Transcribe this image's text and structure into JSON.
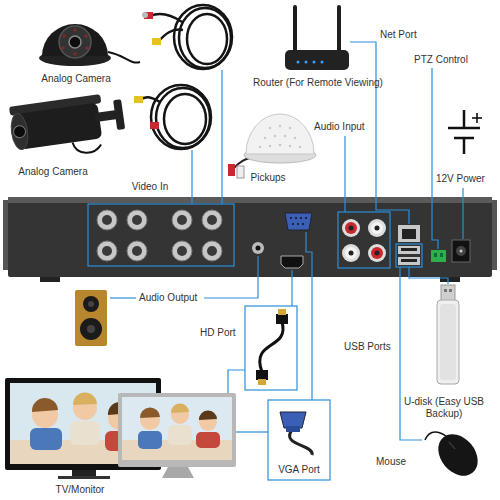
{
  "diagram": {
    "labels": [
      "Analog Camera",
      "Analog Camera",
      "Video In",
      "Router (For Remote Viewing)",
      "Net Port",
      "PTZ Control",
      "Audio Input",
      "Pickups",
      "12V Power",
      "Audio Output",
      "HD Port",
      "USB Ports",
      "U-disk (Easy USB Backup)",
      "VGA Port",
      "Mouse",
      "TV/Monitor"
    ]
  }
}
